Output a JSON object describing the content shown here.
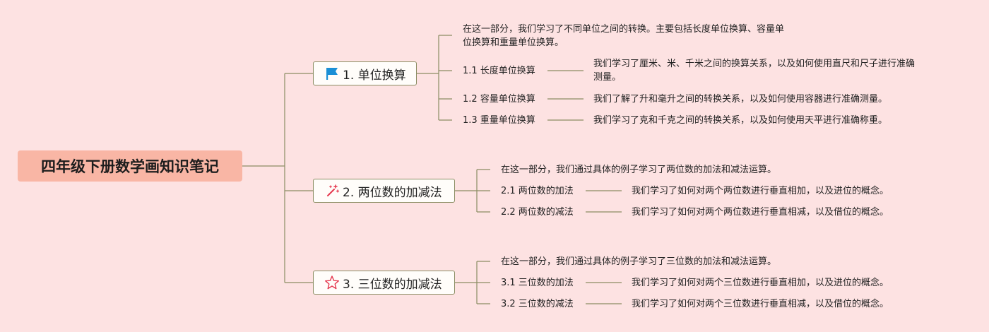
{
  "root": {
    "title": "四年级下册数学画知识笔记"
  },
  "icons": [
    "flag-icon",
    "magic-wand-icon",
    "star-icon"
  ],
  "colors": {
    "background": "#fde2e2",
    "root_fill": "#f9b6a5",
    "connector": "#8b8d63",
    "flag": "#1b8fd6",
    "wand": "#e53950",
    "star": "#e53950"
  },
  "topics": [
    {
      "label": "1. 单位换算",
      "intro_line1": "在这一部分，我们学习了不同单位之间的转换。主要包括长度单位换算、容量单",
      "intro_line2": "位换算和重量单位换算。",
      "subs": [
        {
          "label": "1.1 长度单位换算",
          "desc_line1": "我们学习了厘米、米、千米之间的换算关系，以及如何使用直尺和尺子进行准确",
          "desc_line2": "测量。"
        },
        {
          "label": "1.2 容量单位换算",
          "desc_line1": "我们了解了升和毫升之间的转换关系，以及如何使用容器进行准确测量。"
        },
        {
          "label": "1.3 重量单位换算",
          "desc_line1": "我们学习了克和千克之间的转换关系，以及如何使用天平进行准确称重。"
        }
      ]
    },
    {
      "label": "2. 两位数的加减法",
      "intro_line1": "在这一部分，我们通过具体的例子学习了两位数的加法和减法运算。",
      "subs": [
        {
          "label": "2.1 两位数的加法",
          "desc_line1": "我们学习了如何对两个两位数进行垂直相加，以及进位的概念。"
        },
        {
          "label": "2.2 两位数的减法",
          "desc_line1": "我们学习了如何对两个两位数进行垂直相减，以及借位的概念。"
        }
      ]
    },
    {
      "label": "3. 三位数的加减法",
      "intro_line1": "在这一部分，我们通过具体的例子学习了三位数的加法和减法运算。",
      "subs": [
        {
          "label": "3.1 三位数的加法",
          "desc_line1": "我们学习了如何对两个三位数进行垂直相加，以及进位的概念。"
        },
        {
          "label": "3.2 三位数的减法",
          "desc_line1": "我们学习了如何对两个三位数进行垂直相减，以及借位的概念。"
        }
      ]
    }
  ]
}
